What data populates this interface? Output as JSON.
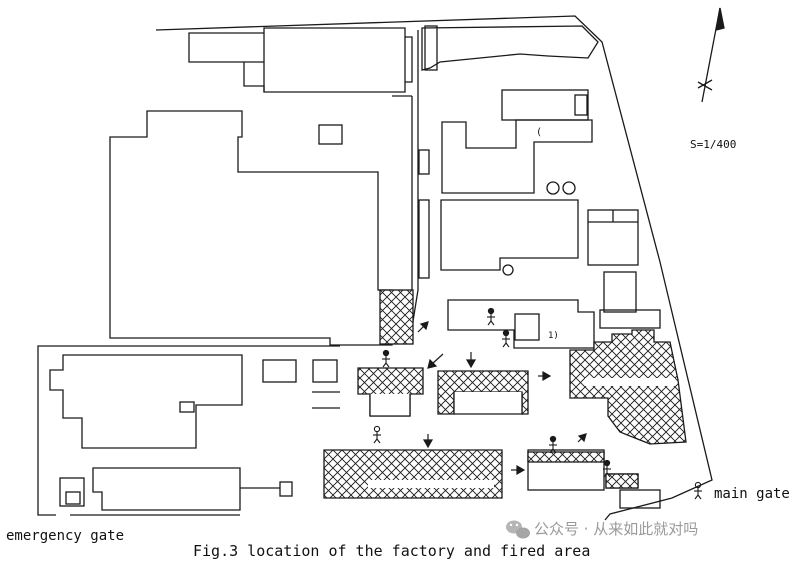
{
  "scale_label": "S=1/400",
  "gates": {
    "main": "main gate",
    "emergency": "emergency gate"
  },
  "caption": "Fig.3 location of the factory and fired area",
  "watermark": "公众号 · 从来如此就对吗",
  "colors": {
    "line": "#1a1a1a",
    "paper": "#ffffff",
    "hatch": "#1a1a1a",
    "watermark": "#9a9a9a"
  },
  "icons": [
    "north-arrow-icon",
    "person-icon",
    "arrow-icon",
    "wechat-logo-icon"
  ]
}
